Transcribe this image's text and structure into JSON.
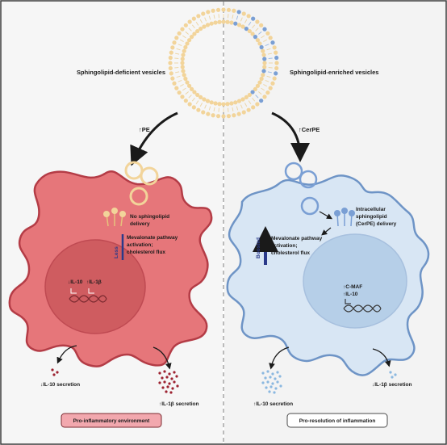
{
  "labels": {
    "left_vesicles": "Sphingolipid-deficient vesicles",
    "right_vesicles": "Sphingolipid-enriched vesicles",
    "left_arrow": "↑PE",
    "right_arrow": "↑CerPE",
    "no_delivery_1": "No sphingolipid",
    "no_delivery_2": "delivery",
    "left_mevalonate_1": "Mevalonate pathway",
    "left_mevalonate_2": "activation;",
    "left_mevalonate_3": "cholesterol flux",
    "less": "Less",
    "left_il10": "↓IL-10",
    "left_il1b": "↑IL-1β",
    "right_intracellular_1": "Intracellular",
    "right_intracellular_2": "sphingolipid",
    "right_intracellular_3": "(CerPE) delivery",
    "boosted": "Boosted",
    "right_mevalonate_1": "Mevalonate pathway",
    "right_mevalonate_2": "activation;",
    "right_mevalonate_3": "cholesterol flux",
    "right_cmaf": "↑C-MAF",
    "right_il10": "↑IL-10",
    "left_il10_secretion": "↓IL-10 secretion",
    "left_il1b_secretion": "↑IL-1β secretion",
    "right_il10_secretion": "↑IL-10 secretion",
    "right_il1b_secretion": "↓IL-1β secretion",
    "left_badge": "Pro-inflammatory environment",
    "right_badge": "Pro-resolution of inflammation"
  },
  "colors": {
    "left_bg": "#f6f6f6",
    "right_bg": "#f3f3f3",
    "left_cell": "#e6767a",
    "left_cell_border": "#b43c46",
    "left_nucleus": "#cf5c60",
    "right_cell": "#d8e6f4",
    "right_cell_border": "#6e94c6",
    "right_nucleus": "#b6cfe8",
    "lipid_head": "#f2d49a",
    "vesicle_stroke": "#e7c27c",
    "blue_lipid": "#7a9fd4",
    "indicator": "#2a3a8a",
    "left_badge_fill": "#f2a8ae",
    "right_badge_fill": "#ffffff"
  }
}
